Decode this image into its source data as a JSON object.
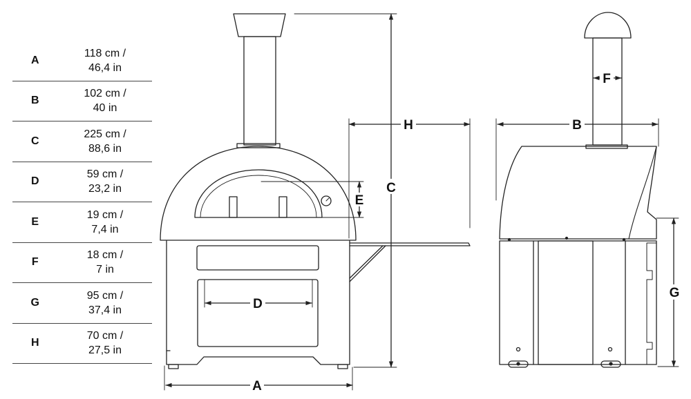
{
  "dimensions": [
    {
      "letter": "A",
      "metric": "118 cm /",
      "imperial": "46,4 in"
    },
    {
      "letter": "B",
      "metric": "102 cm /",
      "imperial": "40 in"
    },
    {
      "letter": "C",
      "metric": "225 cm /",
      "imperial": "88,6 in"
    },
    {
      "letter": "D",
      "metric": "59 cm /",
      "imperial": "23,2 in"
    },
    {
      "letter": "E",
      "metric": "19 cm /",
      "imperial": "7,4 in"
    },
    {
      "letter": "F",
      "metric": "18 cm /",
      "imperial": "7 in"
    },
    {
      "letter": "G",
      "metric": "95 cm /",
      "imperial": "37,4 in"
    },
    {
      "letter": "H",
      "metric": "70 cm /",
      "imperial": "27,5 in"
    }
  ],
  "labels": {
    "A": "A",
    "B": "B",
    "C": "C",
    "D": "D",
    "E": "E",
    "F": "F",
    "G": "G",
    "H": "H"
  },
  "colors": {
    "line": "#222222",
    "fill": "#ffffff"
  }
}
